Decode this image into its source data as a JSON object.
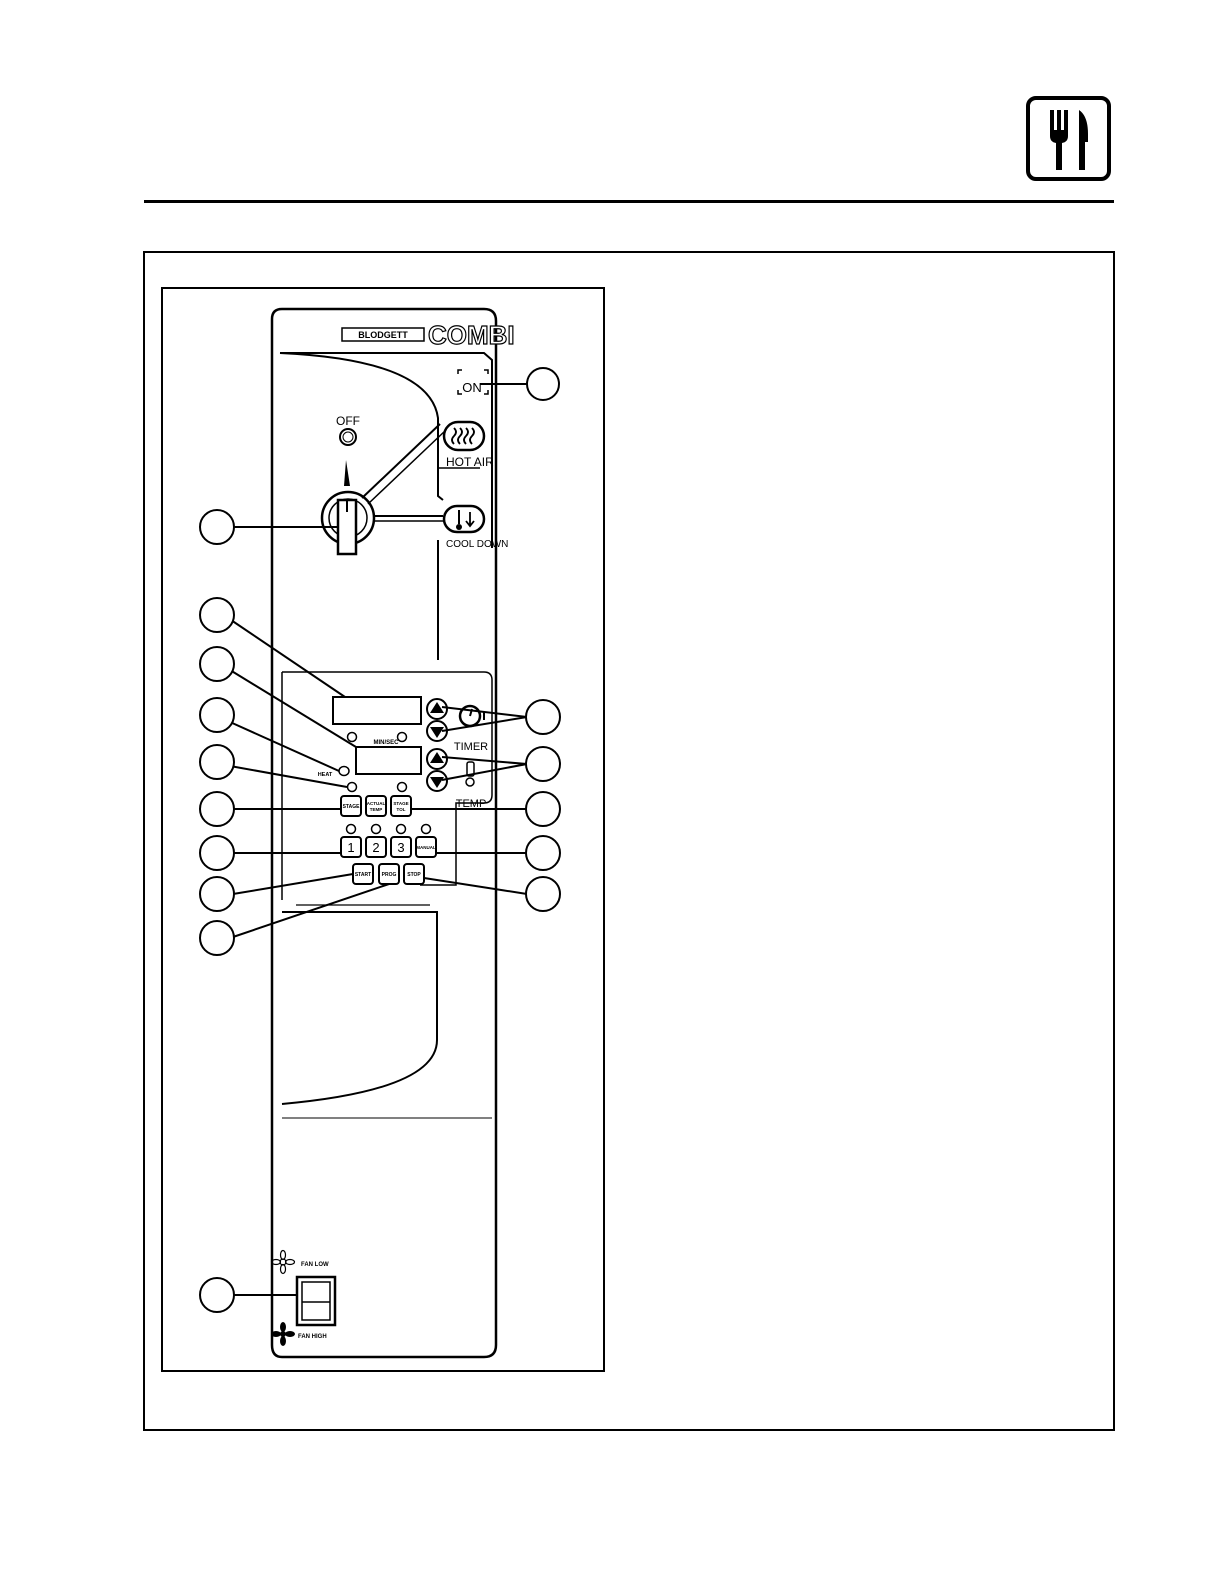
{
  "panel": {
    "brand_badge": "BLODGETT",
    "brand_name": "COMBI",
    "switch_off": "OFF",
    "switch_on": "ON",
    "mode_hot_air": "HOT AIR",
    "mode_cool_down": "COOL DOWN",
    "label_min_sec": "MIN/SEC",
    "label_heat": "HEAT",
    "label_timer": "TIMER",
    "label_temp": "TEMP",
    "btn_stage": "STAGE",
    "btn_actual_temp_1": "ACTUAL",
    "btn_actual_temp_2": "TEMP",
    "btn_stage_tol_1": "STAGE",
    "btn_stage_tol_2": "TOL",
    "btn_1": "1",
    "btn_2": "2",
    "btn_3": "3",
    "btn_manual": "MANUAL",
    "btn_start": "START",
    "btn_prog": "PROG",
    "btn_stop": "STOP",
    "fan_low": "FAN LOW",
    "fan_high": "FAN HIGH"
  },
  "icons": {
    "logo": "fork-knife-icon",
    "hot_air": "wavy-heat-icon",
    "cool_down": "thermometer-down-icon",
    "timer": "clock-icon",
    "temp": "thermometer-icon",
    "fan": "fan-icon"
  }
}
